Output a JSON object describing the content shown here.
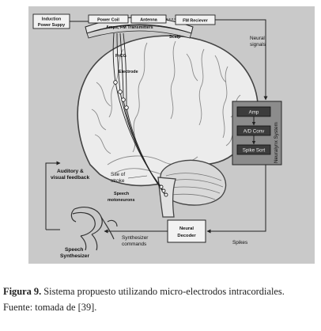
{
  "figure": {
    "labels": {
      "induction_power": [
        "Induction",
        "Power Suppy"
      ],
      "power_coil": "Power Coil",
      "antenna": "Antenna",
      "fm_receiver": "FM Reciever",
      "amps_fm": "Amps, FM Transmitters",
      "scalp": "Scalp",
      "neural_signals": [
        "Neural",
        "signals"
      ],
      "pmc": "PrCG",
      "electrode": "Electrode",
      "neuralynx": "Neuralynx System",
      "amp": "Amp",
      "ad_conv": "A/D Conv",
      "spike_sort": "Spike Sort",
      "feedback": [
        "Auditory &",
        "visual feedback"
      ],
      "site_stroke": [
        "Site of",
        "stroke"
      ],
      "speech_motoneurons": [
        "Speech",
        "motoneurons"
      ],
      "neural_decoder": [
        "Neural",
        "Decoder"
      ],
      "spikes": "Spikes",
      "synth_commands": [
        "Synthesizer",
        "commands"
      ],
      "speech_synth": [
        "Speech",
        "Synthesizer"
      ]
    }
  },
  "caption": {
    "label": "Figura 9.",
    "text": " Sistema propuesto utilizando micro-electrodos intracordiales.",
    "source": "Fuente: tomada de [39]."
  }
}
